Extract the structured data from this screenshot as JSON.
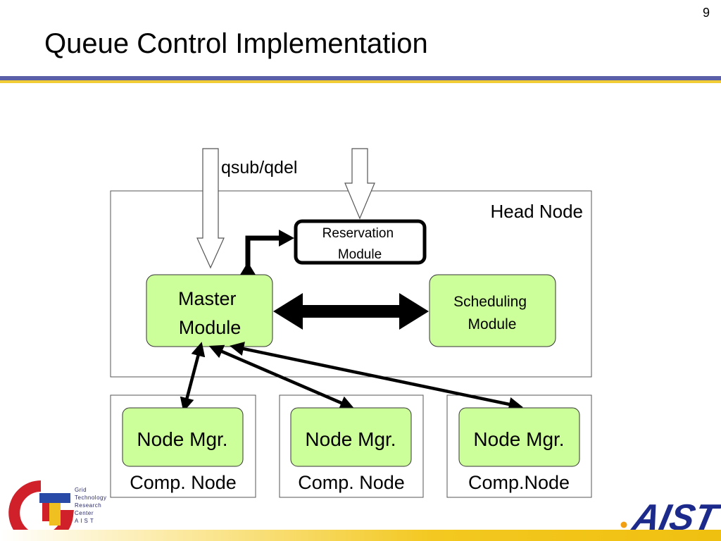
{
  "slide": {
    "number": "9",
    "title": "Queue Control Implementation"
  },
  "diagram": {
    "command_label": "qsub/qdel",
    "head_node_label": "Head Node",
    "reservation_module": [
      "Reservation",
      "Module"
    ],
    "master_module": [
      "Master",
      "Module"
    ],
    "scheduling_module": [
      "Scheduling",
      "Module"
    ],
    "compute_nodes": [
      {
        "manager": "Node Mgr.",
        "label": "Comp. Node"
      },
      {
        "manager": "Node Mgr.",
        "label": "Comp. Node"
      },
      {
        "manager": "Node Mgr.",
        "label": "Comp.Node"
      }
    ]
  },
  "logos": {
    "gtrc_lines": [
      "Grid",
      "Technology",
      "Research",
      "Center",
      "AIST"
    ],
    "aist_logo": "AIST"
  },
  "colors": {
    "module_fill": "#ccff99",
    "rule_purple": "#5a5fa8",
    "rule_yellow": "#f3cd36",
    "aist_blue": "#1c2a8c"
  }
}
